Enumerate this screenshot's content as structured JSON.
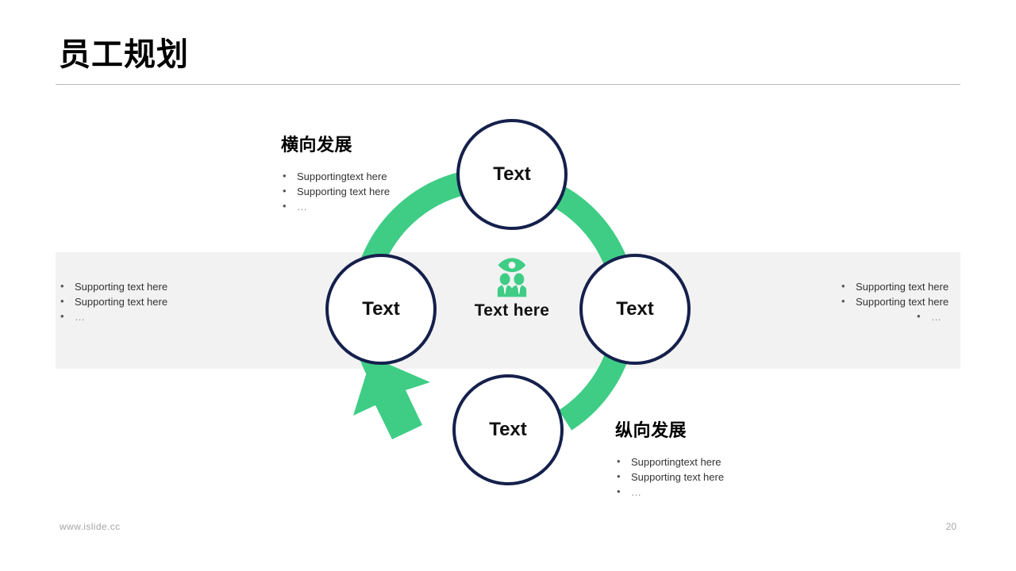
{
  "slide": {
    "title": "员工规划",
    "page_number": "20",
    "footer_url": "www.islide.cc",
    "accent_green": "#3fcd86",
    "navy": "#15204c",
    "band_gray": "#f2f2f2"
  },
  "center": {
    "icon": "team-vision-icon",
    "label": "Text here"
  },
  "nodes": [
    {
      "id": "top",
      "label": "Text"
    },
    {
      "id": "right",
      "label": "Text"
    },
    {
      "id": "bottom",
      "label": "Text"
    },
    {
      "id": "left",
      "label": "Text"
    }
  ],
  "groups": {
    "top_left": {
      "heading": "横向发展",
      "bullets": [
        "Supportingtext here",
        "Supporting text here",
        "…"
      ]
    },
    "bottom_right": {
      "heading": "纵向发展",
      "bullets": [
        "Supportingtext here",
        "Supporting text here",
        "…"
      ]
    },
    "mid_left": {
      "bullets": [
        "Supporting text here",
        "Supporting text here",
        "…"
      ]
    },
    "mid_right": {
      "bullets": [
        "Supporting text here",
        "Supporting text here",
        "…"
      ]
    }
  }
}
